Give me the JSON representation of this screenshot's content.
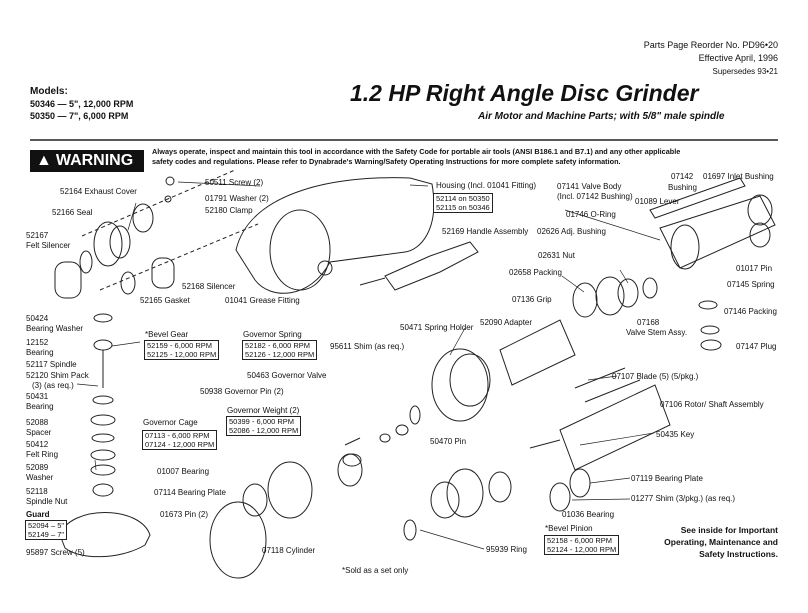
{
  "header": {
    "reorder": "Parts Page Reorder No. PD96•20",
    "effective": "Effective April, 1996",
    "supersedes": "Supersedes 93•21",
    "models_heading": "Models:",
    "model_1": "50346 — 5\", 12,000 RPM",
    "model_2": "50350 — 7\", 6,000 RPM",
    "title": "1.2 HP Right Angle Disc Grinder",
    "subtitle": "Air Motor and Machine Parts; with 5/8\" male spindle"
  },
  "warning": {
    "badge": "WARNING",
    "line1": "Always operate, inspect and maintain this tool in accordance with the Safety Code for portable air tools (ANSI B186.1 and B7.1) and any other applicable",
    "line2": "safety codes and regulations.  Please refer to Dynabrade's Warning/Safety Operating Instructions for more complete safety information."
  },
  "labels": {
    "l52164": "52164 Exhaust Cover",
    "l52166": "52166 Seal",
    "l52167a": "52167",
    "l52167b": "Felt Silencer",
    "l50511": "50511 Screw (2)",
    "l01791": "01791 Washer (2)",
    "l52180": "52180 Clamp",
    "l52168": "52168 Silencer",
    "l52165": "52165 Gasket",
    "l01041": "01041 Grease Fitting",
    "housing": "Housing (Incl. 01041 Fitting)",
    "l52169": "52169 Handle Assembly",
    "l07141a": "07141 Valve Body",
    "l07141b": "(Incl. 07142 Bushing)",
    "l07142a": "07142",
    "l07142b": "Bushing",
    "l01697": "01697 Inlet Bushing",
    "l01089": "01089 Lever",
    "l01746": "01746  O-Ring",
    "l02626": "02626 Adj. Bushing",
    "l02631": "02631 Nut",
    "l01017": "01017 Pin",
    "l02658": "02658 Packing",
    "l07145": "07145 Spring",
    "l07136": "07136 Grip",
    "l07146": "07146 Packing",
    "l07168a": "07168",
    "l07168b": "Valve Stem Assy.",
    "l07147": "07147 Plug",
    "l50424a": "50424",
    "l50424b": "Bearing Washer",
    "l12152a": "12152",
    "l12152b": "Bearing",
    "l52117": "52117 Spindle",
    "l52120a": "52120 Shim Pack",
    "l52120b": "(3) (as req.)",
    "bevel_gear": "*Bevel Gear",
    "gov_spring": "Governor Spring",
    "l95611": "95611 Shim (as req.)",
    "l50471": "50471 Spring Holder",
    "l52090": "52090 Adapter",
    "l50463": "50463 Governor Valve",
    "l50938": "50938 Governor Pin (2)",
    "gov_weight": "Governor Weight (2)",
    "gov_cage": "Governor Cage",
    "l50431a": "50431",
    "l50431b": "Bearing",
    "l52088a": "52088",
    "l52088b": "Spacer",
    "l50412a": "50412",
    "l50412b": "Felt Ring",
    "l52089a": "52089",
    "l52089b": "Washer",
    "l52118a": "52118",
    "l52118b": "Spindle Nut",
    "guard": "Guard",
    "l95897": "95897 Screw (5)",
    "l50470": "50470 Pin",
    "l07107": "07107 Blade (5) (5/pkg.)",
    "l07106": "07106 Rotor/ Shaft Assembly",
    "l50435": "50435 Key",
    "l01007": "01007 Bearing",
    "l07114": "07114 Bearing Plate",
    "l01673": "01673 Pin (2)",
    "l07118": "07118 Cylinder",
    "l07119": "07119 Bearing Plate",
    "l01277": "01277 Shim (3/pkg.) (as req.)",
    "l01036": "01036 Bearing",
    "bevel_pinion": "*Bevel Pinion",
    "l95939": "95939 Ring",
    "footnote": "*Sold as a set only",
    "see_inside_1": "See inside for Important",
    "see_inside_2": "Operating, Maintenance and",
    "see_inside_3": "Safety Instructions."
  },
  "boxes": {
    "housing_1": "52114 on 50350",
    "housing_2": "52115 on 50346",
    "bevel_gear_1": "52159 - 6,000 RPM",
    "bevel_gear_2": "52125 - 12,000 RPM",
    "gov_spring_1": "52182 - 6,000 RPM",
    "gov_spring_2": "52126 - 12,000 RPM",
    "gov_weight_1": "50399 - 6,000 RPM",
    "gov_weight_2": "52086 - 12,000 RPM",
    "gov_cage_1": "07113 - 6,000 RPM",
    "gov_cage_2": "07124 - 12,000 RPM",
    "guard_1": "52094 – 5\"",
    "guard_2": "52149 – 7\"",
    "pinion_1": "52158 - 6,000 RPM",
    "pinion_2": "52124 - 12,000 RPM"
  }
}
